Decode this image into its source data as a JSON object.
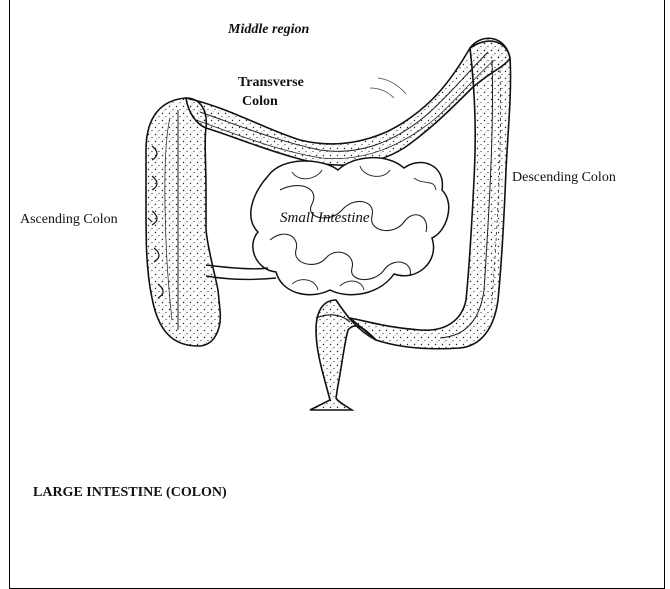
{
  "labels": {
    "middle_region": "Middle region",
    "transverse_line1": "Transverse",
    "transverse_line2": "Colon",
    "descending_colon": "Descending Colon",
    "ascending_colon": "Ascending Colon",
    "small_intestine": "Small Intestine"
  },
  "caption": "LARGE INTESTINE (COLON)"
}
